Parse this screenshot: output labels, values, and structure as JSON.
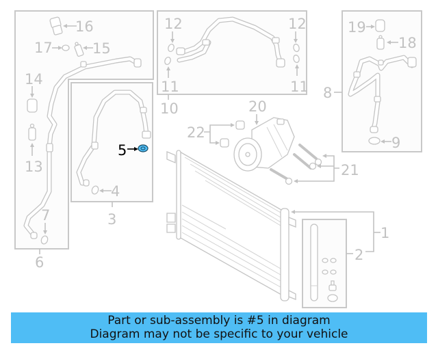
{
  "diagram": {
    "title": "A/C condenser, compressor and lines parts diagram",
    "highlighted_part": "5",
    "highlight_color": "#4fbdf5",
    "line_color": "#c2c2c2",
    "callouts": [
      {
        "id": "1",
        "label": "1",
        "description": "condenser assembly"
      },
      {
        "id": "2",
        "label": "2",
        "description": "receiver drier kit"
      },
      {
        "id": "3",
        "label": "3",
        "description": "hose assembly"
      },
      {
        "id": "4",
        "label": "4",
        "description": "o-ring"
      },
      {
        "id": "5",
        "label": "5",
        "description": "o-ring (highlighted)"
      },
      {
        "id": "6",
        "label": "6",
        "description": "pressure line"
      },
      {
        "id": "7",
        "label": "7",
        "description": "o-ring"
      },
      {
        "id": "8",
        "label": "8",
        "description": "suction hose"
      },
      {
        "id": "9",
        "label": "9",
        "description": "o-ring"
      },
      {
        "id": "10",
        "label": "10",
        "description": "refrigerant line"
      },
      {
        "id": "11",
        "label": "11",
        "description": "o-ring"
      },
      {
        "id": "12",
        "label": "12",
        "description": "o-ring"
      },
      {
        "id": "13",
        "label": "13",
        "description": "service valve"
      },
      {
        "id": "14",
        "label": "14",
        "description": "cap"
      },
      {
        "id": "15",
        "label": "15",
        "description": "valve core"
      },
      {
        "id": "16",
        "label": "16",
        "description": "pressure sensor"
      },
      {
        "id": "17",
        "label": "17",
        "description": "o-ring"
      },
      {
        "id": "18",
        "label": "18",
        "description": "valve core"
      },
      {
        "id": "19",
        "label": "19",
        "description": "cap"
      },
      {
        "id": "20",
        "label": "20",
        "description": "compressor"
      },
      {
        "id": "21",
        "label": "21",
        "description": "bolt"
      },
      {
        "id": "22",
        "label": "22",
        "description": "bushing"
      }
    ]
  },
  "banner": {
    "line1": "Part or sub-assembly is #5 in diagram",
    "line2": "Diagram may not be specific to your vehicle",
    "background": "#4fbdf5"
  }
}
